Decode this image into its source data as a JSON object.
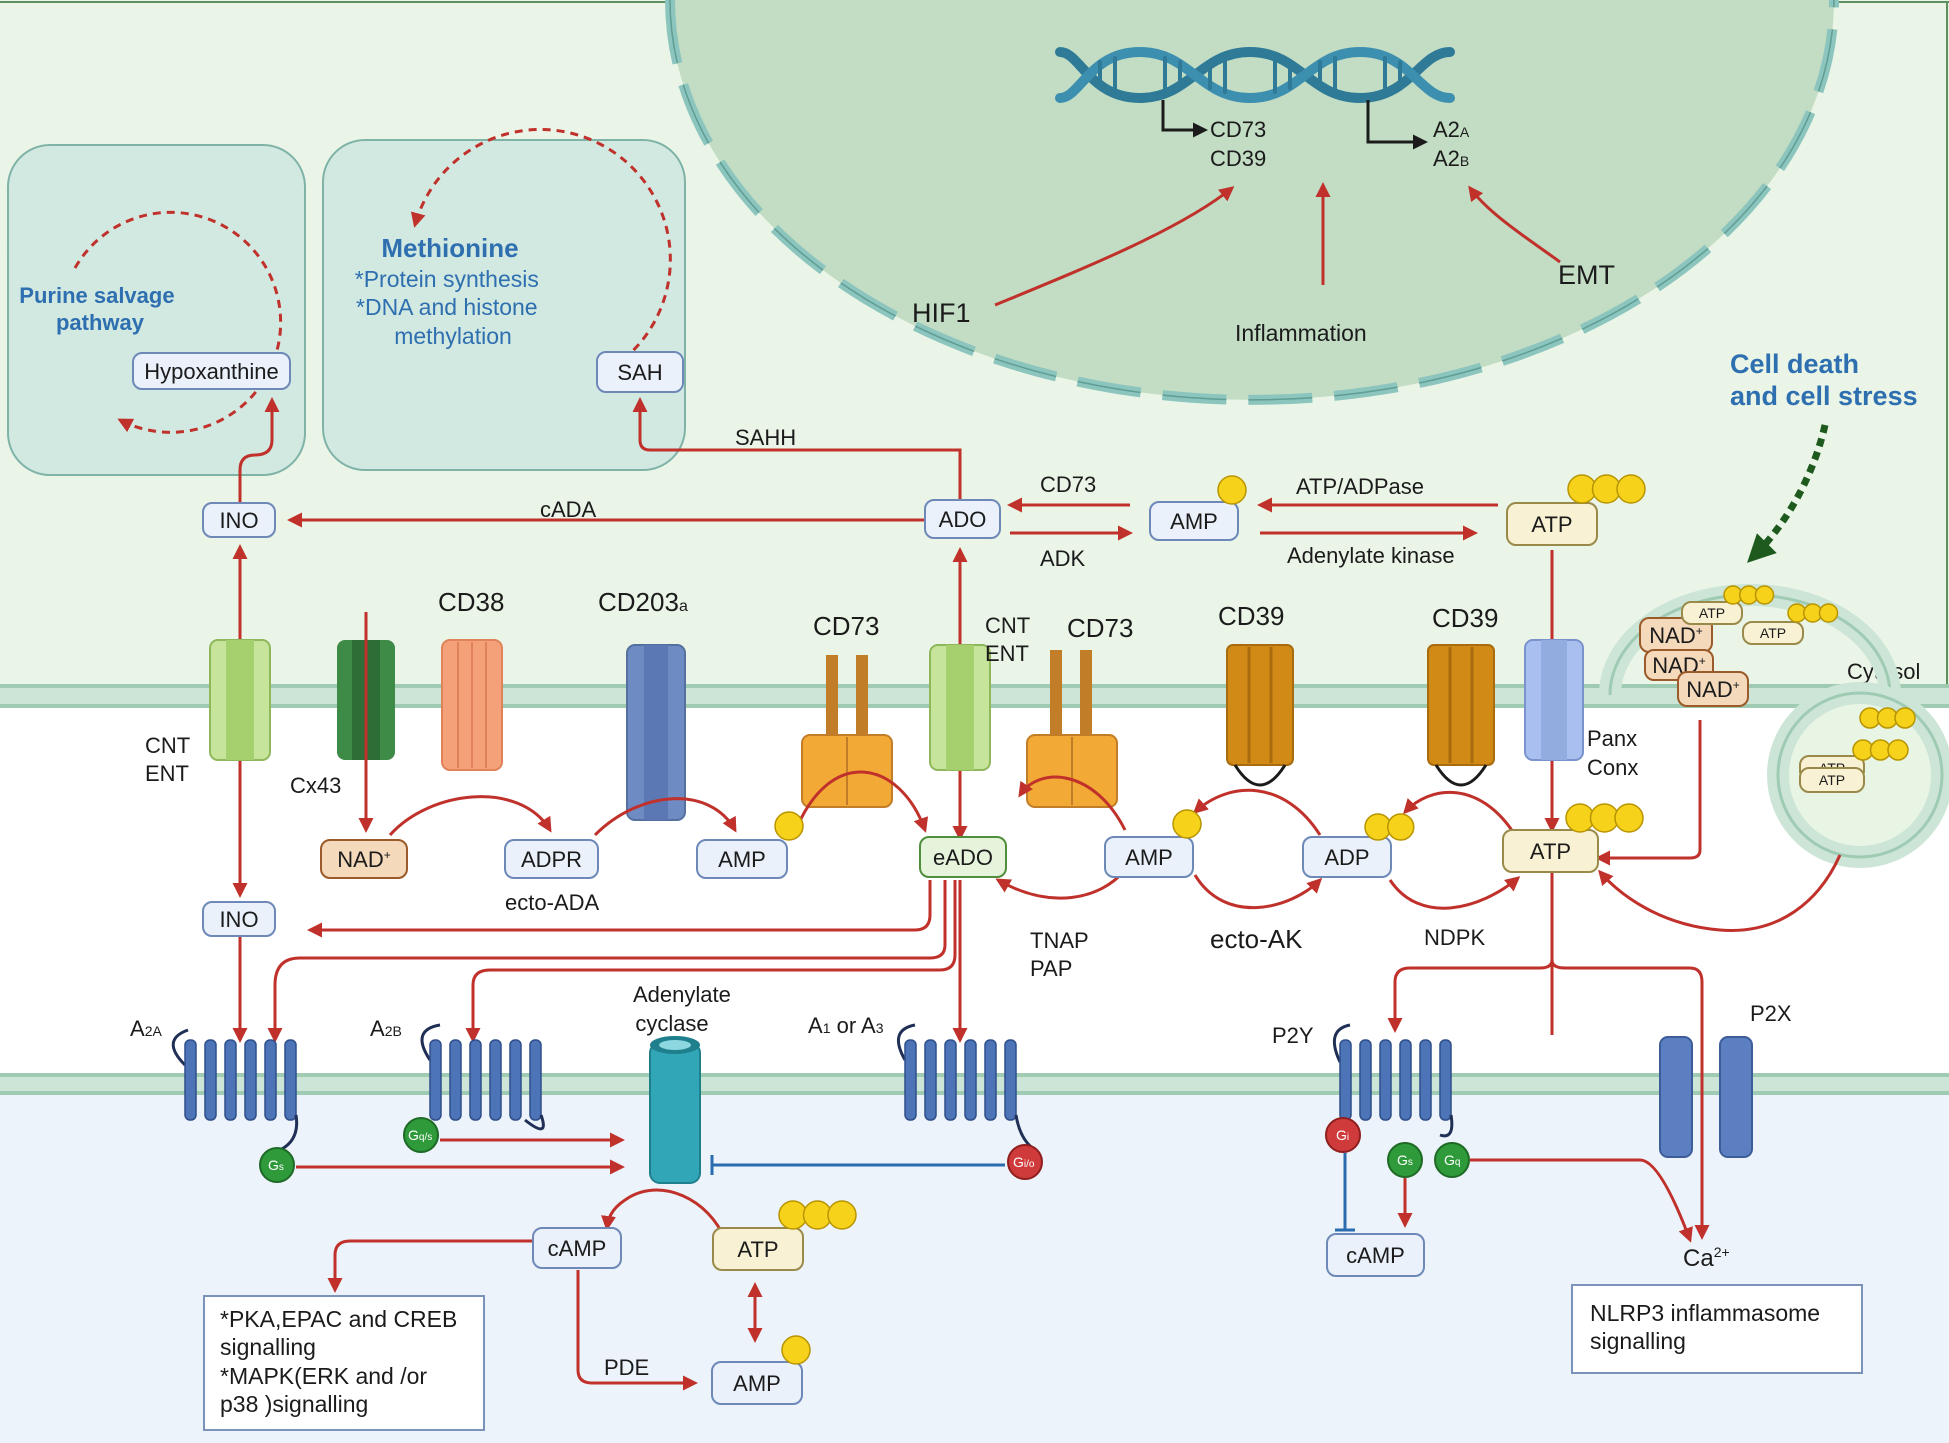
{
  "colors": {
    "cytoplasm": "#eaf5e7",
    "nucleus": "#c3dcc4",
    "extracellular": "#ffffff",
    "target_cell": "#edf3fa",
    "arrow_red": "#c0312b",
    "inhibit_blue": "#2b6cb0",
    "membrane": "#cde5d7",
    "blue_text": "#2e6fb0",
    "dna": "#2e7a97",
    "phosphate": "#f6d21b"
  },
  "nucleus": {
    "gene1": [
      "CD73",
      "CD39"
    ],
    "gene2": [
      "A2",
      "A2"
    ],
    "gene2_subs": [
      "A",
      "B"
    ],
    "hif1": "HIF1",
    "inflammation": "Inflammation",
    "emt": "EMT"
  },
  "cell_stress": [
    "Cell death",
    "and cell stress"
  ],
  "cytosol": "Cytosol",
  "purine_box": {
    "title": [
      "Purine salvage",
      "pathway"
    ],
    "node": "Hypoxanthine"
  },
  "methionine_box": {
    "title": "Methionine",
    "items": [
      "*Protein synthesis",
      "*DNA and histone",
      "methylation"
    ],
    "node": "SAH"
  },
  "intracellular": {
    "ino": "INO",
    "ado": "ADO",
    "amp": "AMP",
    "atp": "ATP",
    "cada": "cADA",
    "sahh": "SAHH",
    "cd73": "CD73",
    "adk": "ADK",
    "atpadpase": "ATP/ADPase",
    "adenylate_kinase": "Adenylate kinase"
  },
  "vesicle_labels": {
    "nad": "NAD",
    "atp": "ATP"
  },
  "membrane_proteins": {
    "cnt_ent_left": [
      "CNT",
      "ENT"
    ],
    "cx43": "Cx43",
    "cd38": "CD38",
    "cd203": "CD203",
    "cd203_sub": "a",
    "cd73": "CD73",
    "cnt_ent_mid": [
      "CNT",
      "ENT"
    ],
    "cd39": "CD39",
    "panx_conx": [
      "Panx",
      "Conx"
    ]
  },
  "extracellular": {
    "nad": "NAD",
    "adpr": "ADPR",
    "amp": "AMP",
    "eado": "eADO",
    "amp2": "AMP",
    "adp": "ADP",
    "atp": "ATP",
    "ino": "INO",
    "ecto_ada": "ecto-ADA",
    "tnap_pap": [
      "TNAP",
      "PAP"
    ],
    "ecto_ak": "ecto-AK",
    "ndpk": "NDPK"
  },
  "receptors": {
    "a2a": "A",
    "a2a_sub": "2A",
    "a2b": "A",
    "a2b_sub": "2B",
    "a1a3": [
      "A",
      "1",
      " or A",
      "3"
    ],
    "p2y": "P2Y",
    "p2x": "P2X",
    "adenylate_cyclase": [
      "Adenylate",
      "cyclase"
    ]
  },
  "g_proteins": {
    "gs": "G",
    "gs_sub": "s",
    "gqs": "G",
    "gqs_sub": "q/s",
    "gio": "G",
    "gio_sub": "i/o",
    "gi": "G",
    "gi_sub": "i",
    "gs2": "G",
    "gs2_sub": "s",
    "gq": "G",
    "gq_sub": "q"
  },
  "signaling": {
    "camp": "cAMP",
    "atp": "ATP",
    "amp": "AMP",
    "pde": "PDE",
    "camp2": "cAMP",
    "ca": "Ca",
    "ca_sup": "2+",
    "box1": [
      "*PKA,EPAC and CREB",
      "signalling",
      "*MAPK(ERK and /or",
      "p38 )signalling"
    ],
    "box2": [
      "NLRP3 inflammasome",
      "signalling"
    ]
  }
}
